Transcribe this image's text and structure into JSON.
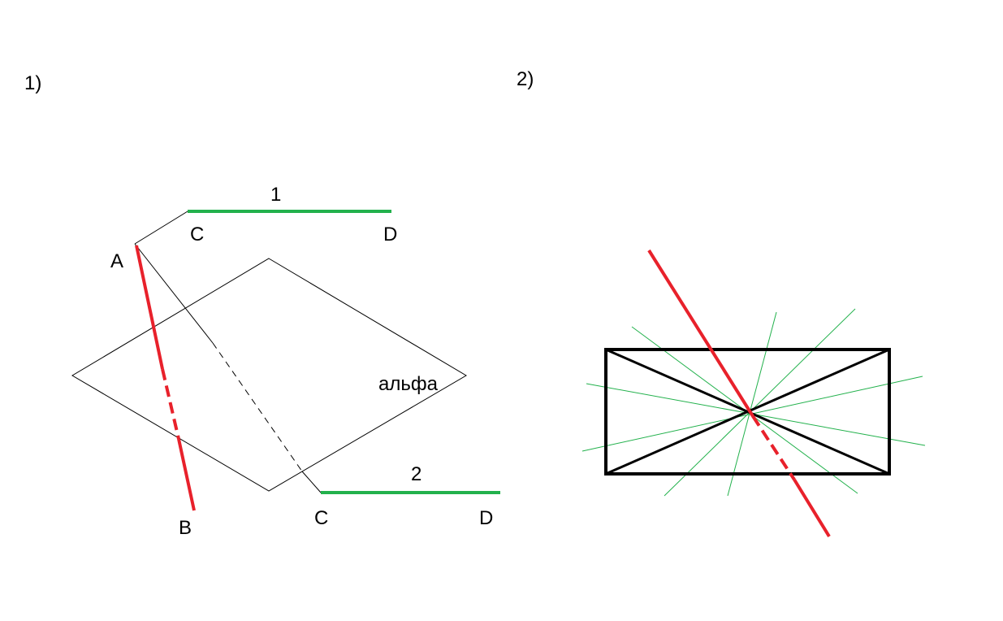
{
  "figure1": {
    "number": "1)",
    "points": {
      "A": "A",
      "B": "B",
      "C_top": "C",
      "D_top": "D",
      "C_bottom": "C",
      "D_bottom": "D"
    },
    "segment_labels": {
      "top": "1",
      "bottom": "2"
    },
    "plane_label": "альфа"
  },
  "figure2": {
    "number": "2)"
  },
  "colors": {
    "red_line": "#e8212b",
    "green_segment": "#22b14c",
    "green_thin": "#22b14c",
    "outline": "#000000"
  }
}
